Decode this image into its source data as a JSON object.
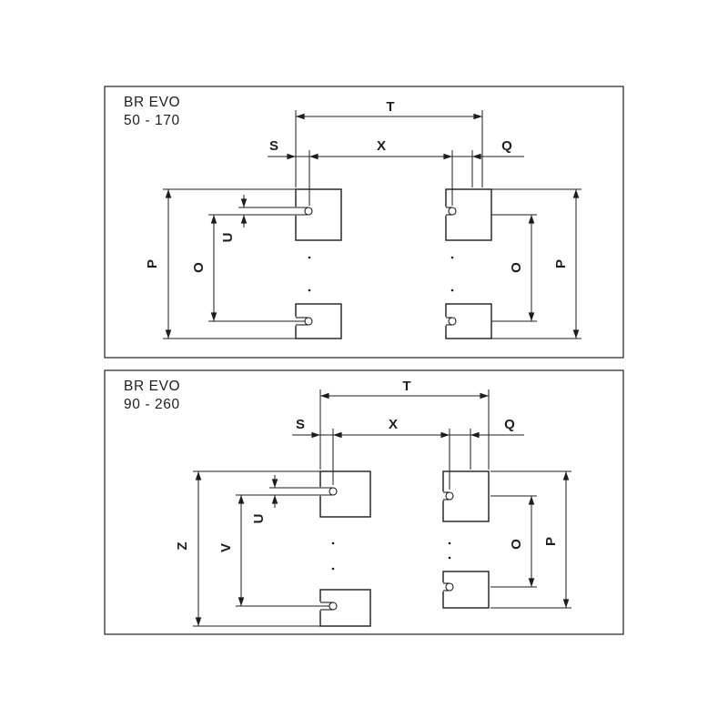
{
  "style": {
    "ink_color": "#1d1d1d",
    "background": "#ffffff"
  },
  "panels": [
    {
      "id": "br-evo-50-170",
      "title_model": "BR EVO",
      "title_range": "50 - 170",
      "dims": {
        "T": "T",
        "S": "S",
        "X": "X",
        "Q": "Q",
        "P_left": "P",
        "O_left": "O",
        "U": "U",
        "O_right": "O",
        "P_right": "P"
      }
    },
    {
      "id": "br-evo-90-260",
      "title_model": "BR EVO",
      "title_range": "90 - 260",
      "dims": {
        "T": "T",
        "S": "S",
        "X": "X",
        "Q": "Q",
        "Z": "Z",
        "V": "V",
        "U": "U",
        "O_right": "O",
        "P_right": "P"
      }
    }
  ]
}
